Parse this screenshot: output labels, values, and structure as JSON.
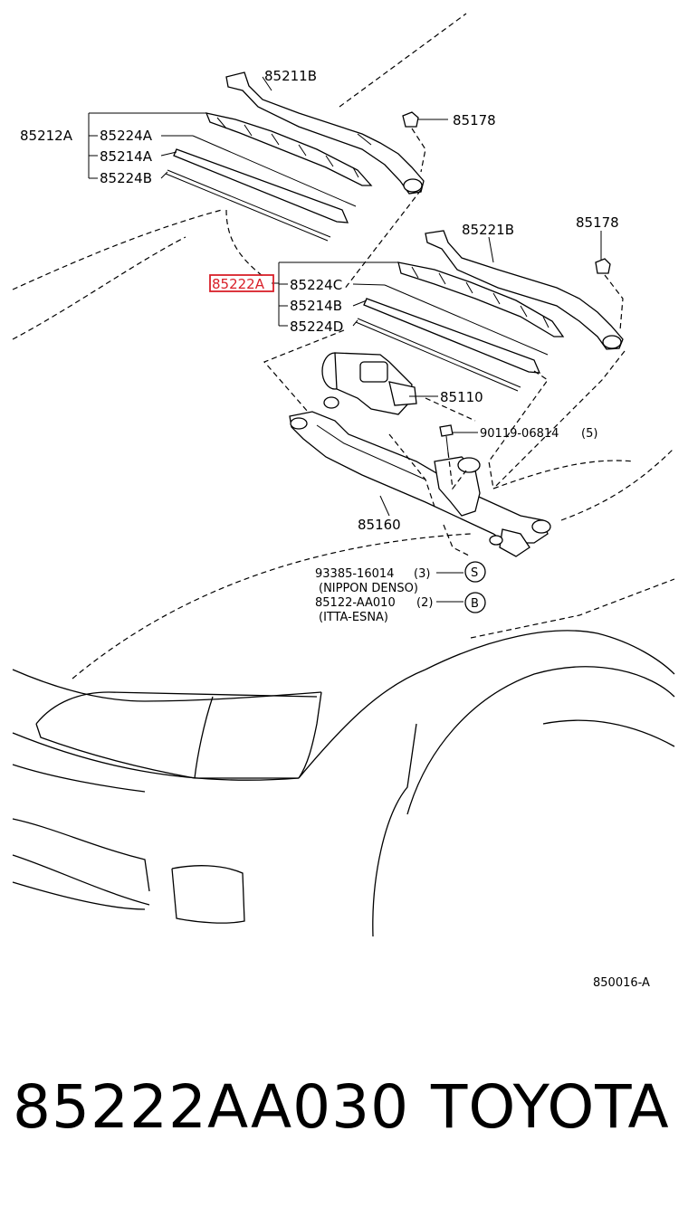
{
  "diagram": {
    "labels": {
      "p85211B": "85211B",
      "p85178a": "85178",
      "p85212A": "85212A",
      "p85224A": "85224A",
      "p85214A": "85214A",
      "p85224B": "85224B",
      "p85221B": "85221B",
      "p85178b": "85178",
      "p85222A": "85222A",
      "p85224C": "85224C",
      "p85214B": "85214B",
      "p85224D": "85224D",
      "p85110": "85110",
      "p90119": "90119-06814",
      "p90119qty": "(5)",
      "p85160": "85160",
      "p93385": "93385-16014",
      "p93385qty": "(3)",
      "nippon": "(NIPPON DENSO)",
      "p85122": "85122-AA010",
      "p85122qty": "(2)",
      "itta": "(ITTA-ESNA)",
      "markerS": "S",
      "markerB": "B",
      "diagramCode": "850016-A"
    },
    "colors": {
      "highlight": "#d9202a",
      "ink": "#000000"
    }
  },
  "footer": {
    "part_number": "85222AA030",
    "brand": "TOYOTA"
  }
}
